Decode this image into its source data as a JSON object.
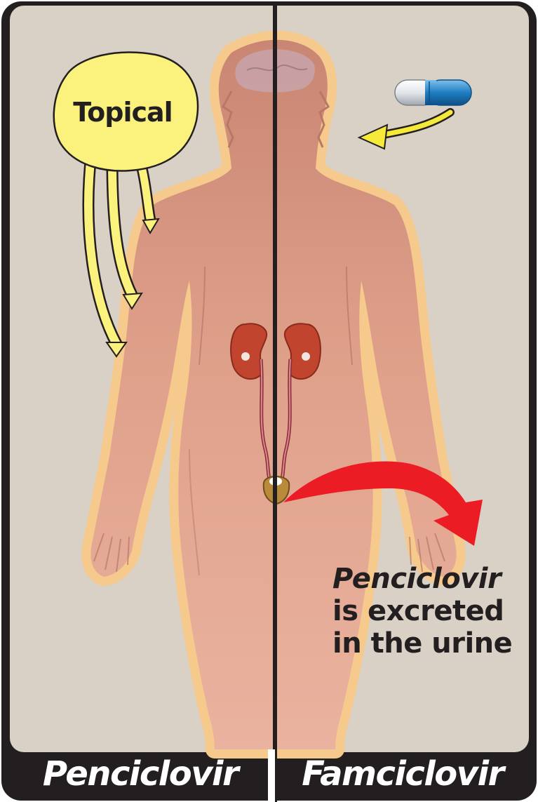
{
  "routes": {
    "topical_label": "Topical"
  },
  "excretion_caption": {
    "drug": "Penciclovir",
    "line2": "is excreted",
    "line3": "in the urine"
  },
  "panels": {
    "left_label": "Penciclovir",
    "right_label": "Famciclovir"
  },
  "colors": {
    "background": "#d9d1c6",
    "frame": "#231f20",
    "body_skin": "#dc9e8a",
    "body_glow": "#f6c98c",
    "topical_bubble": "#fbf27e",
    "oral_arrow": "#f5ea3a",
    "excretion_arrow": "#ec1c24",
    "kidney": "#c1442e",
    "capsule_blue": "#1f7dc1",
    "capsule_white": "#eceff2"
  },
  "icons": {
    "capsule": "pill-capsule-icon",
    "kidneys": "kidney-icon",
    "bladder": "bladder-icon"
  }
}
